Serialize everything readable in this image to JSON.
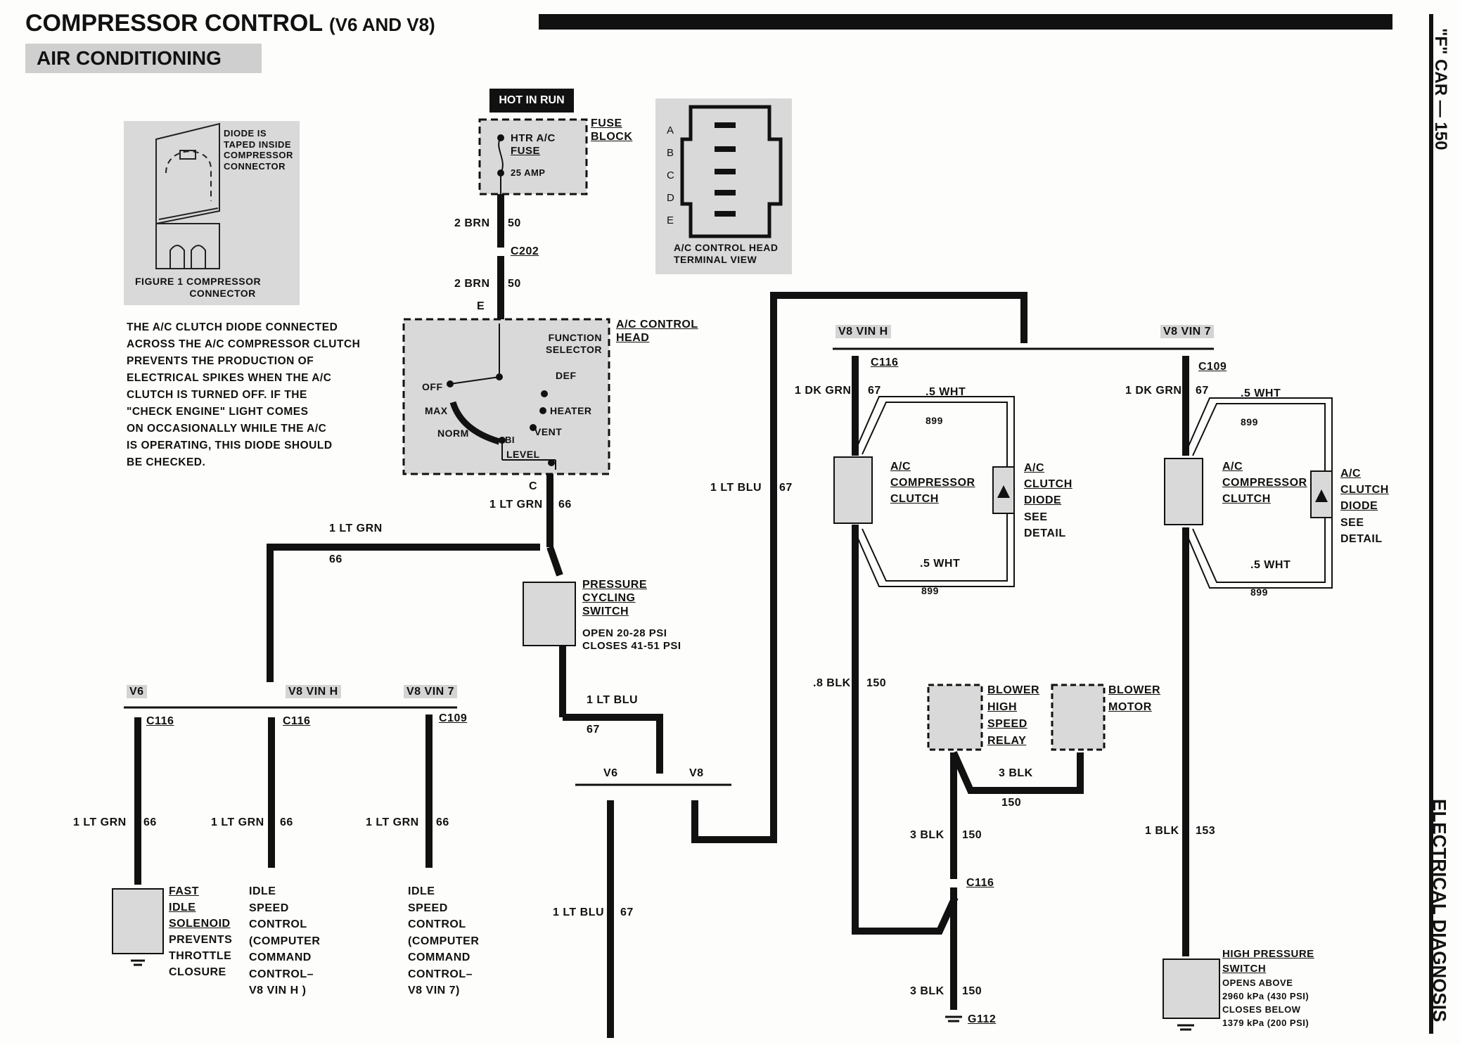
{
  "header": {
    "title": "COMPRESSOR CONTROL",
    "title_suffix": "(V6 AND V8)",
    "subtitle": "AIR CONDITIONING"
  },
  "side_labels": {
    "page_ref": "\"F\" CAR — 150",
    "section": "ELECTRICAL DIAGNOSIS"
  },
  "figure1": {
    "diode_note": [
      "DIODE IS",
      "TAPED INSIDE",
      "COMPRESSOR",
      "CONNECTOR"
    ],
    "caption": [
      "FIGURE 1 COMPRESSOR",
      "CONNECTOR"
    ]
  },
  "description": [
    "THE A/C CLUTCH DIODE CONNECTED",
    "ACROSS THE A/C COMPRESSOR CLUTCH",
    "PREVENTS THE PRODUCTION OF",
    "ELECTRICAL SPIKES WHEN THE A/C",
    "CLUTCH IS TURNED OFF.  IF THE",
    "\"CHECK ENGINE\" LIGHT COMES",
    "ON OCCASIONALLY WHILE THE A/C",
    "IS OPERATING, THIS DIODE SHOULD",
    "BE CHECKED."
  ],
  "hot_in_run": "HOT IN RUN",
  "fuse_box": {
    "fuse_label": [
      "HTR A/C",
      "FUSE"
    ],
    "rating": "25 AMP",
    "block_label": [
      "FUSE",
      "BLOCK"
    ]
  },
  "terminal_view": {
    "letters": [
      "A",
      "B",
      "C",
      "D",
      "E"
    ],
    "caption": [
      "A/C CONTROL HEAD",
      "TERMINAL VIEW"
    ]
  },
  "wires": {
    "brn_top": {
      "color": "2 BRN",
      "circuit": "50"
    },
    "c202": "C202",
    "brn_bottom": {
      "color": "2 BRN",
      "circuit": "50"
    },
    "terminal_e": "E",
    "terminal_c": "C",
    "ltgrn_head": {
      "color": "1 LT GRN",
      "circuit": "66"
    },
    "ltgrn_run": {
      "color": "1 LT GRN",
      "circuit": "66"
    },
    "ltblu_switch": {
      "color": "1 LT BLU",
      "circuit": "67"
    },
    "ltblu_v8": {
      "color": "1 LT BLU",
      "circuit": "67"
    },
    "ltblu_v6": {
      "color": "1 LT BLU",
      "circuit": "67"
    }
  },
  "control_head": {
    "label": [
      "A/C CONTROL",
      "HEAD"
    ],
    "function_selector": [
      "FUNCTION",
      "SELECTOR"
    ],
    "positions": {
      "off": "OFF",
      "max": "MAX",
      "norm": "NORM",
      "bi": "BI",
      "level": "LEVEL",
      "vent": "VENT",
      "heater": "HEATER",
      "def": "DEF"
    }
  },
  "pressure_switch": {
    "label": [
      "PRESSURE",
      "CYCLING",
      "SWITCH"
    ],
    "spec": [
      "OPEN 20-28 PSI",
      "CLOSES 41-51 PSI"
    ]
  },
  "left_branch": {
    "v6": "V6",
    "v8h": "V8 VIN H",
    "v8_7": "V8 VIN 7",
    "c116a": "C116",
    "c116b": "C116",
    "c109": "C109",
    "wire1": {
      "color": "1 LT GRN",
      "circuit": "66"
    },
    "wire2": {
      "color": "1 LT GRN",
      "circuit": "66"
    },
    "wire3": {
      "color": "1 LT GRN",
      "circuit": "66"
    },
    "solenoid": [
      "FAST",
      "IDLE",
      "SOLENOID"
    ],
    "solenoid_note": [
      "PREVENTS",
      "THROTTLE",
      "CLOSURE"
    ],
    "isc_h": [
      "IDLE",
      "SPEED",
      "CONTROL",
      "(COMPUTER",
      "COMMAND",
      "CONTROL–",
      "V8 VIN H )"
    ],
    "isc_7": [
      "IDLE",
      "SPEED",
      "CONTROL",
      "(COMPUTER",
      "COMMAND",
      "CONTROL–",
      "V8 VIN 7)"
    ]
  },
  "engine_split": {
    "v6": "V6",
    "v8": "V8"
  },
  "vin_h": {
    "tag": "V8 VIN H",
    "c116": "C116",
    "wire_in": {
      "color": "1 DK GRN",
      "circuit": "67"
    },
    "wht_top": ".5 WHT",
    "num_top": "899",
    "wht_bot": ".5 WHT",
    "num_bot": "899",
    "clutch": [
      "A/C",
      "COMPRESSOR",
      "CLUTCH"
    ],
    "diode": [
      "A/C",
      "CLUTCH",
      "DIODE"
    ],
    "diode_note": [
      "SEE",
      "DETAIL"
    ],
    "ground_wire": {
      "color": ".8 BLK",
      "circuit": "150"
    }
  },
  "vin_7": {
    "tag": "V8 VIN 7",
    "c109": "C109",
    "wire_in": {
      "color": "1 DK GRN",
      "circuit": "67"
    },
    "wht_top": ".5 WHT",
    "num_top": "899",
    "wht_bot": ".5 WHT",
    "num_bot": "899",
    "clutch": [
      "A/C",
      "COMPRESSOR",
      "CLUTCH"
    ],
    "diode": [
      "A/C",
      "CLUTCH",
      "DIODE"
    ],
    "diode_note": [
      "SEE",
      "DETAIL"
    ],
    "wire_out": {
      "color": "1 BLK",
      "circuit": "153"
    },
    "hp_switch": [
      "HIGH PRESSURE",
      "SWITCH"
    ],
    "hp_spec": [
      "OPENS ABOVE",
      "2960 kPa (430 PSI)",
      "CLOSES BELOW",
      "1379 kPa (200 PSI)"
    ]
  },
  "blower": {
    "relay": [
      "BLOWER",
      "HIGH",
      "SPEED",
      "RELAY"
    ],
    "motor": [
      "BLOWER",
      "MOTOR"
    ],
    "w3blk": {
      "color": "3 BLK",
      "circuit": "150"
    },
    "w3blk_b": {
      "color": "3 BLK",
      "circuit": "150"
    },
    "c116": "C116",
    "w3blk_c": {
      "color": "3 BLK",
      "circuit": "150"
    },
    "ground": "G112"
  }
}
